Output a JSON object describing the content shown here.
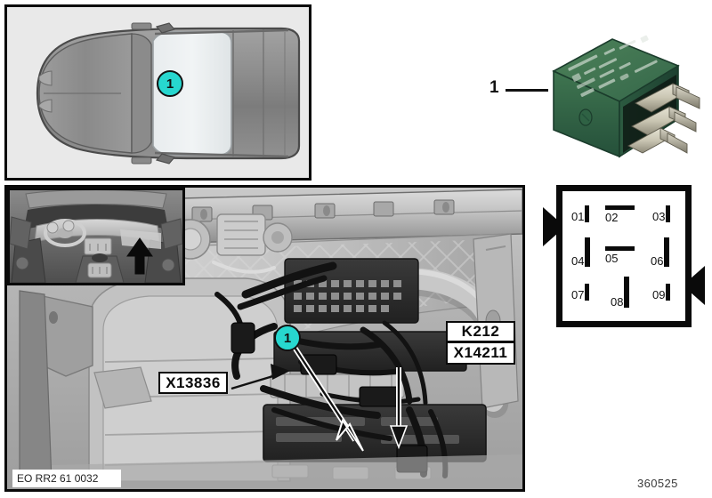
{
  "figure": {
    "caption": "EO RR2 61 0032",
    "figure_number": "360525"
  },
  "vehicle_panel": {
    "name": "vehicle-top-view",
    "callout": {
      "label": "1",
      "color": "#27d7cf"
    }
  },
  "interior_panel": {
    "name": "interior-dashboard-view",
    "arrow": "up-arrow"
  },
  "relay": {
    "index_label": "1",
    "body_color": "#3a6f47",
    "name": "relay-component"
  },
  "pin_diagram": {
    "title": "relay-pin-layout",
    "pins": [
      {
        "id": "01",
        "blade": "narrow"
      },
      {
        "id": "02",
        "blade": "wide"
      },
      {
        "id": "03",
        "blade": "narrow"
      },
      {
        "id": "04",
        "blade": "tall"
      },
      {
        "id": "05",
        "blade": "wide"
      },
      {
        "id": "06",
        "blade": "tall"
      },
      {
        "id": "07",
        "blade": "narrow"
      },
      {
        "id": "08",
        "blade": "tall"
      },
      {
        "id": "09",
        "blade": "narrow"
      }
    ]
  },
  "photo_panel": {
    "callout": {
      "label": "1",
      "color": "#27d7cf"
    },
    "labels": {
      "connector_left": "X13836",
      "relay_code": "K212",
      "connector_right": "X14211"
    }
  },
  "colors": {
    "accent_teal": "#27d7cf",
    "outline": "#0a0a0a",
    "relay_green": "#3a6f47"
  }
}
